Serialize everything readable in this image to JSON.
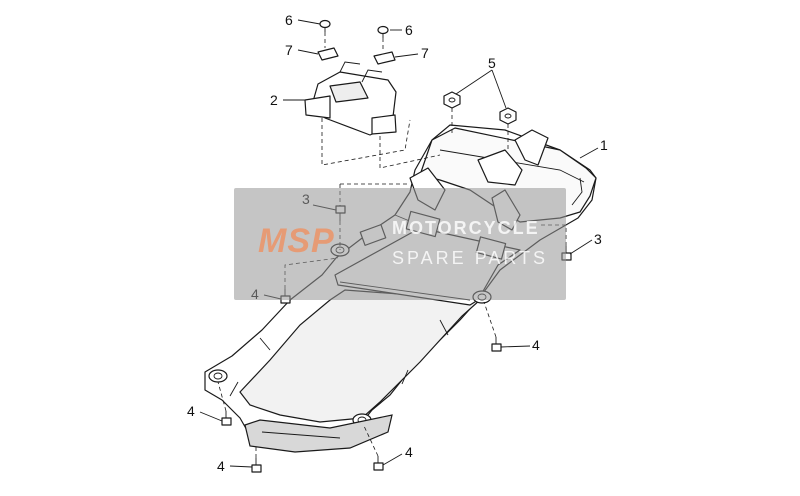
{
  "diagram": {
    "callouts": [
      {
        "id": "c6a",
        "label": "6"
      },
      {
        "id": "c6b",
        "label": "6"
      },
      {
        "id": "c7a",
        "label": "7"
      },
      {
        "id": "c7b",
        "label": "7"
      },
      {
        "id": "c2",
        "label": "2"
      },
      {
        "id": "c5",
        "label": "5"
      },
      {
        "id": "c1",
        "label": "1"
      },
      {
        "id": "c3a",
        "label": "3"
      },
      {
        "id": "c3b",
        "label": "3"
      },
      {
        "id": "c4a",
        "label": "4"
      },
      {
        "id": "c4b",
        "label": "4"
      },
      {
        "id": "c4c",
        "label": "4"
      },
      {
        "id": "c4d",
        "label": "4"
      },
      {
        "id": "c4e",
        "label": "4"
      }
    ]
  },
  "watermark": {
    "logo": "MSP",
    "line1": "MOTORCYCLE",
    "line2": "SPARE PARTS"
  }
}
